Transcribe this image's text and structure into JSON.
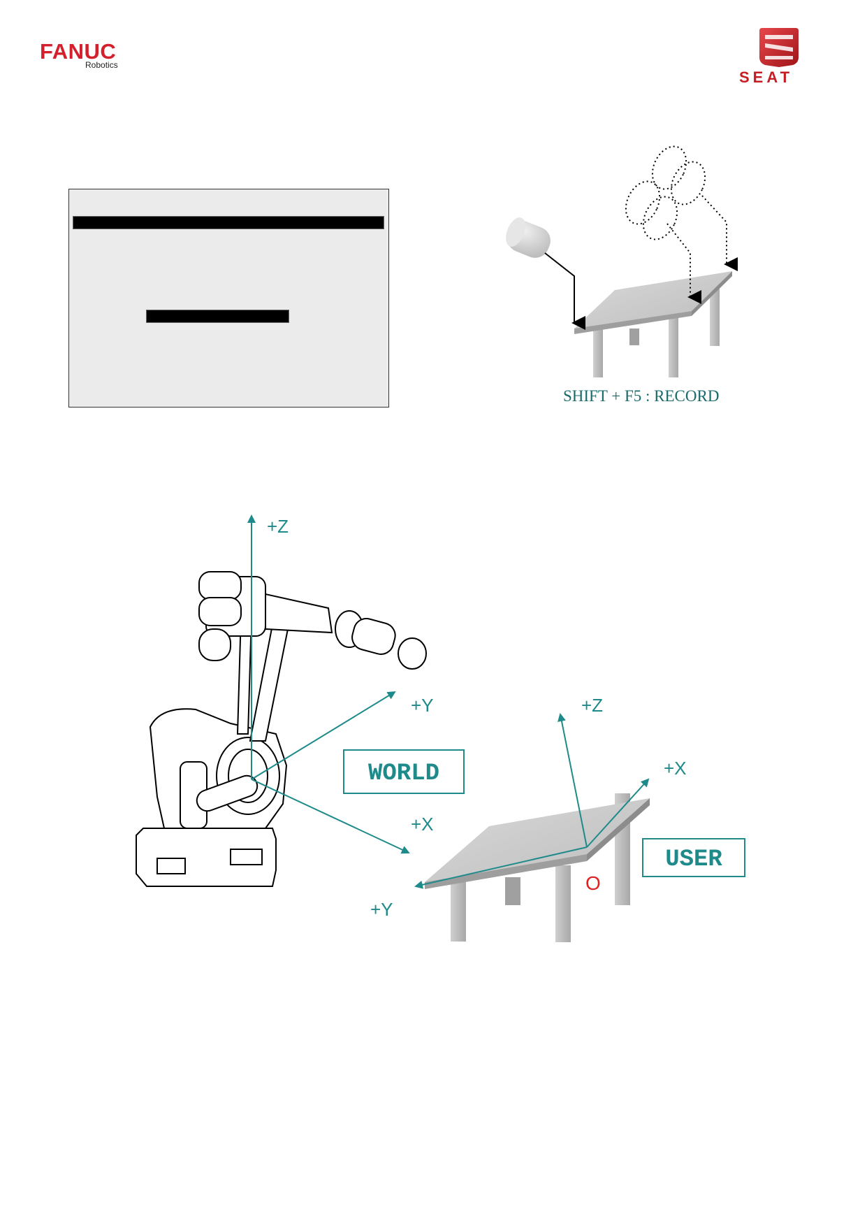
{
  "header": {
    "left_logo": {
      "name": "FANUC",
      "sub": "Robotics",
      "color": "#d4202c"
    },
    "right_logo": {
      "name": "SEAT",
      "color": "#c41e24"
    }
  },
  "record_diagram": {
    "caption": "SHIFT + F5 : RECORD"
  },
  "frames_diagram": {
    "world_axes": {
      "z": "+Z",
      "y": "+Y",
      "x": "+X"
    },
    "world_label": "WORLD",
    "user_axes": {
      "z": "+Z",
      "x": "+X",
      "y": "+Y"
    },
    "user_label": "USER",
    "origin_label": "O",
    "axis_color": "#1f8a8a",
    "origin_color": "#e02020"
  }
}
